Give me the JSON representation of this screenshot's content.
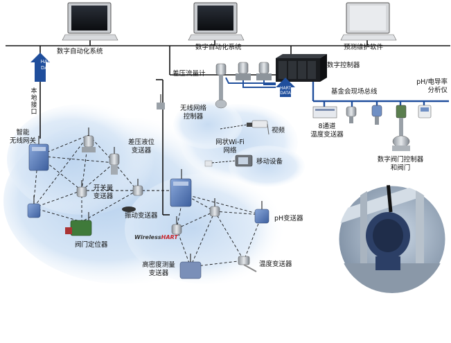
{
  "labels": {
    "dcs_left": "数字自动化系统",
    "dcs_mid": "数字自动化系统",
    "predictive_maintenance": "预测维护软件",
    "digital_controller": "数字控制器",
    "dp_flowmeter": "差压流量计",
    "wireless_controller_l1": "无线网络",
    "wireless_controller_l2": "控制器",
    "video": "视频",
    "mesh_wifi_l1": "网状Wi-Fi",
    "mesh_wifi_l2": "网络",
    "mobile_device": "移动设备",
    "fieldbus": "基金会现场总线",
    "ph_analyzer_l1": "pH/电导率",
    "ph_analyzer_l2": "分析仪",
    "temp_8ch_l1": "8通道",
    "temp_8ch_l2": "温度变送器",
    "valve_controller_l1": "数字阀门控制器",
    "valve_controller_l2": "和阀门",
    "local_interface": "本地接口",
    "smart_gateway_l1": "智能",
    "smart_gateway_l2": "无线网关",
    "dp_level_l1": "差压液位",
    "dp_level_l2": "变送器",
    "switch_l1": "开关量",
    "switch_l2": "变送器",
    "vibration": "振动变送器",
    "valve_positioner": "阀门定位器",
    "ph_transmitter": "pH变送器",
    "density_l1": "高密度测量",
    "density_l2": "变送器",
    "temp_transmitter": "温度变送器",
    "hart_tag_left_1": "HART",
    "hart_tag_left_2": "DATA",
    "hart_tag_mid_1": "HART",
    "hart_tag_mid_2": "DATA"
  },
  "brand": {
    "prefix": "Wireless",
    "suffix": "HART"
  },
  "colors": {
    "cloud": "#c8dcf0",
    "ethernet": "#111111",
    "fieldbus": "#1f4e9c",
    "hart_arrow": "#1f4e9c",
    "mesh": "#111111",
    "device_blue": "#5b7fbf",
    "device_green": "#3f7a3a"
  },
  "icons": [
    "monitor-icon",
    "controller-rack-icon",
    "gateway-icon",
    "transmitter-icon",
    "antenna-icon",
    "camera-icon",
    "mobile-device-icon",
    "valve-icon",
    "ethernet-bus-icon",
    "photo-inset"
  ]
}
